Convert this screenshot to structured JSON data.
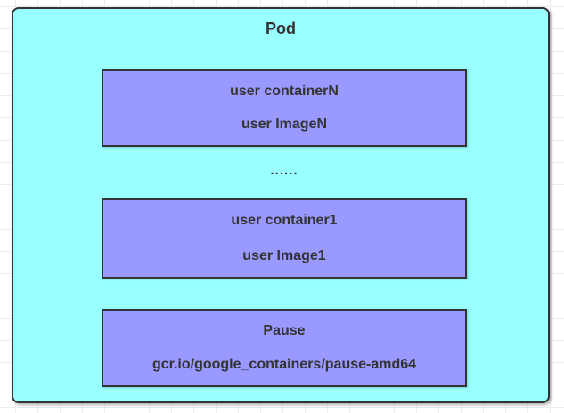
{
  "diagram": {
    "pod": {
      "title": "Pod"
    },
    "ellipsis": "......",
    "containers": [
      {
        "name": "user containerN",
        "image": "user ImageN"
      },
      {
        "name": "user container1",
        "image": "user Image1"
      },
      {
        "name": "Pause",
        "image": "gcr.io/google_containers/pause-amd64"
      }
    ],
    "colors": {
      "pod_fill": "#99ffff",
      "container_fill": "#9999ff",
      "border": "#333333",
      "text": "#333333",
      "canvas": "#ffffff",
      "grid_line": "#ececec"
    }
  }
}
